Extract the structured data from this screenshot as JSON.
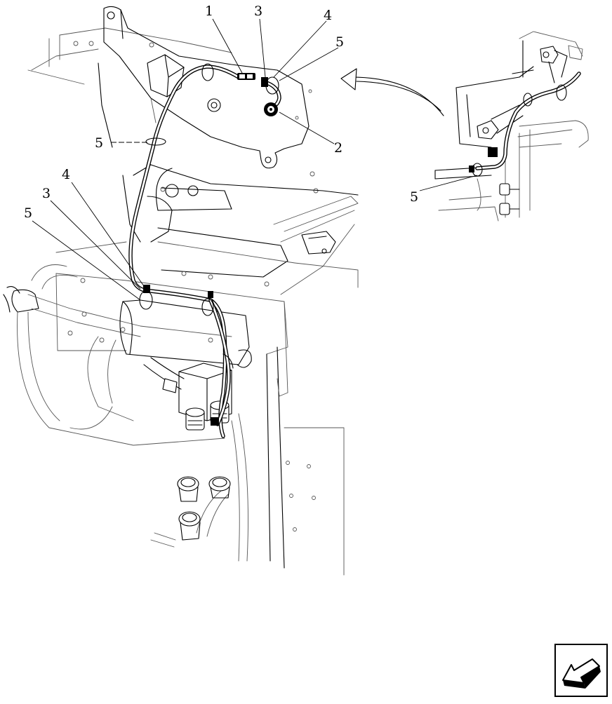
{
  "diagram": {
    "callouts": {
      "c1": "1",
      "c2": "2",
      "c3_top": "3",
      "c4_top": "4",
      "c5_top": "5",
      "c5_left": "5",
      "c4_mid": "4",
      "c3_mid": "3",
      "c5_mid": "5",
      "c5_inset": "5"
    }
  },
  "navigation": {
    "back_icon": "back-arrow-icon"
  },
  "colors": {
    "ink": "#000000",
    "paper": "#ffffff"
  }
}
